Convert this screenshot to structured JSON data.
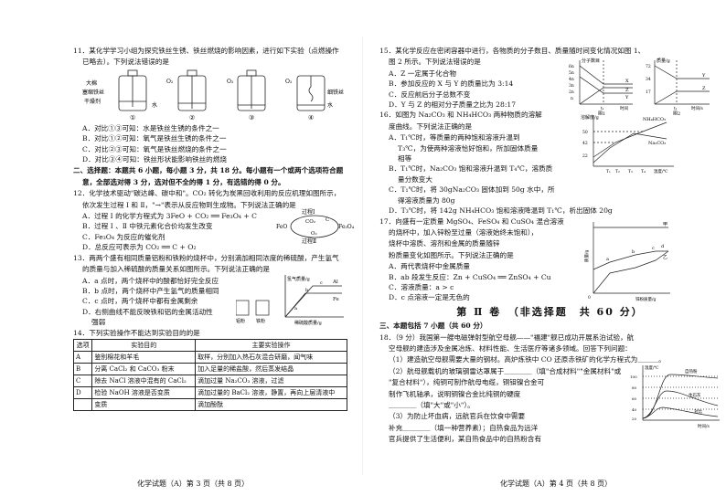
{
  "left": {
    "q11": {
      "stem1": "11．某化学学习小组为探究铁丝生锈、铁丝燃烧的影响因素，进行如下实验（点燃操作",
      "stem2": "已略去）。下列说法错误的是",
      "fig_labels": [
        "大棉",
        "塞缩铁丝",
        "干燥剂",
        "水",
        "O₂",
        "O₂",
        "O₂",
        "细铁丝",
        "水",
        "①",
        "②",
        "③",
        "④"
      ],
      "opts": [
        "A．对比①③可知：水是铁丝生锈的条件之一",
        "B．对比①②可知：氧气是铁丝生锈的条件之一",
        "C．对比②③可知：氧气是铁丝燃烧的条件之一",
        "D．对比③④可知：铁丝形状能影响铁丝的燃烧"
      ]
    },
    "sec2": {
      "line1": "二、选择题：本题共 6 小题，每小题 3 分，共 18 分。每小题有一个或两个选项符合题",
      "line2": "意，全部选对得 3 分，选对但不全的得 1 分，有选错的得 0 分。"
    },
    "q12": {
      "stem1": "12．化学技术驱动\"碳达峰、碳中和\"。CO₂ 转化为炭黑回收利用的反应机理如图所示，",
      "stem2": "依次发生过程 Ⅰ 和 Ⅱ，\"→\"表示从反应物到生成物。下列说法正确的是",
      "fig_labels": [
        "过程Ⅰ",
        "过程Ⅱ",
        "FeO",
        "Fe₃O₄",
        "CO₂",
        "C",
        "O₂"
      ],
      "opts": [
        "A．过程 Ⅰ 的化学方程式为 3FeO + CO₂ ══ Fe₃O₄ + C",
        "B．过程 Ⅰ 、Ⅱ 中铁元素化合价均发生改变",
        "C．Fe₃O₄ 为反应的催化剂",
        "D．总反应可表示为 CO₂ ══ C + O₂"
      ]
    },
    "q13": {
      "stem1": "13．两两个盛有相同质量铝粉和铁粉的烧杯中，分别滴加相同浓度的稀硫酸，产生氢气",
      "stem2": "的质量与加入稀硫酸的质量关系如图所示。下列说法正确的是",
      "fig_labels": [
        "氢气质量/g",
        "Al",
        "Fe",
        "a",
        "b",
        "c",
        "稀硫酸质量/g",
        "铝粉",
        "铁粉"
      ],
      "opts": [
        "A．a 点时，两个烧杯中的酸都恰好完全反应",
        "B．b 点时，两个烧杯中产生氢气的质量相同",
        "C．c 点时，两个烧杯中都有金属剩余",
        "D．右侧曲线不能反映铁和铝的金属活动性",
        "强弱"
      ]
    },
    "q14": {
      "stem": "14．下列实验操作不能达到实验目的的是",
      "headers": [
        "选项",
        "实验目的",
        "主要实验操作"
      ],
      "rows": [
        [
          "A",
          "鉴别棉花和羊毛",
          "取样，分别加入热石灰混合研磨，闻气味"
        ],
        [
          "B",
          "分离 CaCl₂ 和 CaCO₃ 粉末",
          "加入足量的稀盐酸，然后蒸发结晶"
        ],
        [
          "C",
          "除去 NaCl 溶液中混有的 CaCl₂",
          "滴加过量 Na₂CO₃ 溶液，过滤"
        ],
        [
          "D",
          "检验 NaOH 溶液是否变质",
          "滴加过量的 BaCl₂ 溶液，静置，再向上层清液中"
        ],
        [
          "",
          "",
          "滴加酚酞"
        ]
      ],
      "row_d_extra": "变质"
    },
    "footer": "化学试题（A）第 3 页（共 8 页）"
  },
  "right": {
    "q15": {
      "stem1": "15．某化学反应在密闭容器中进行，各物质的分子数目、质量随时间变化情况如图 1、",
      "stem2": "图 2 所示。下列说法错误的是",
      "opts": [
        "A．Z 一定属于化合物",
        "B．参加反应的 X 与 Y 的质量比为 3:14",
        "C．反应前后分子总数不变",
        "D．Y 与 Z 的相对分子质量之比为 28:17"
      ],
      "fig1": {
        "ylabel": "分子数目",
        "ticks": [
          "6n",
          "5n",
          "4n",
          "3n",
          "2n",
          "n"
        ],
        "series": [
          "X",
          "Y",
          "Z"
        ],
        "xlabel": "时间",
        "t": "t₁",
        "caption": "图1"
      },
      "fig2": {
        "ylabel": "质量/g",
        "ticks": [
          "72",
          "34",
          "17"
        ],
        "series": [
          "Y",
          "Z"
        ],
        "xlabel": "时间/s",
        "t": "t₁",
        "caption": "图2"
      }
    },
    "q16": {
      "stem1": "16．如图为 Na₂CO₃ 和 NH₄HCO₃ 两种物质的溶解",
      "stem2": "度曲线。下列说法正确的是",
      "opts": [
        "A．T₁℃时，等质量的两种饱和溶液升温到",
        "T₃℃，为使两种溶液恰好饱和，所加固体质量",
        "相等",
        "B．T₁℃时，Na₂CO₃ 饱和溶液升温到 T₄℃，溶质质",
        "量分数变大",
        "C．T₁℃时，将 30gNa₂CO₃ 固体加到 50g 水中，所",
        "得溶液质量为 80g",
        "D．T₃℃时，将 142g NH₄HCO₃ 饱和溶液降温到 T₁℃，析出固体 20g"
      ],
      "fig": {
        "ylabel": "溶解度/g",
        "ticks": [
          "50",
          "42",
          "22"
        ],
        "series": [
          "NH₄HCO₃",
          "Na₂CO₃"
        ],
        "xticks": [
          "T₁",
          "T₂",
          "T₃",
          "T₄"
        ],
        "xlabel": "温度/℃"
      }
    },
    "q17": {
      "stem1": "17．向盛有一定质量 MgSO₄、FeSO₄ 和 CuSO₄ 混合溶液",
      "stem2": "的烧杯中，加入锌粉至过量（溶液始终未饱和），",
      "stem3": "烧杯中溶质、溶剂和金属的质量随锌",
      "stem4": "粉质量变化如图所示。下列说法正确的是",
      "opts": [
        "A．两代表烧杯中金属质量",
        "B．ab 段发生反应：Zn + CuSO₄ ══ ZnSO₄ + Cu",
        "C．溶液质量：a > c",
        "D．c 点溶液一定是无色的"
      ],
      "fig": {
        "ylabel": "质量/g",
        "points": [
          "a",
          "b",
          "c",
          "d",
          "甲",
          "乙"
        ],
        "xlabel": "锌粉质量/g",
        "origin": "0"
      }
    },
    "part2": "第 Ⅱ 卷　（非选择题　共 60 分）",
    "sec3": "三、本题包括 7 小题（共 60 分）",
    "q18": {
      "lines": [
        "18．（9 分）我国第一艘电磁弹射型航空母舰——\"福建\"舰已成功开展系泊试验，航",
        "空母舰的建造涉及金属冶炼、材料性能、生活医疗等诸多领域。回答下列问题：",
        "（1）建造航空母舰需要大量的钢材。高炉炼铁中 CO 还原赤铁矿的化学方程式为＿＿＿。",
        "（2）航母舰载机的玻璃钢雷达罩属于＿＿＿＿（填\"合成材料\"\"金属材料\"或",
        "\"复合材料\"），纯铜可制作航母电缆，铜钼镍合金可",
        "制作飞机轴承，说明铜镍合金比纯铜的硬度",
        "＿＿＿＿（填\"大\"或\"小\"）。",
        "（3）为防止坏血病，远航官兵在饮食中需要",
        "补充＿＿＿＿（填一种营养素）；自热食品为远洋",
        "官兵提供了生活便利，某自热食品中的自热粉含有"
      ],
      "fig": {
        "ylabel": "温度/℃",
        "ticks": [
          "100",
          "80",
          "60",
          "40",
          "20"
        ],
        "series": [
          "自热粉",
          "生石灰",
          "对比"
        ],
        "xlabel": "时间/s"
      }
    },
    "footer": "化学试题（A）第 4 页（共 8 页）"
  }
}
